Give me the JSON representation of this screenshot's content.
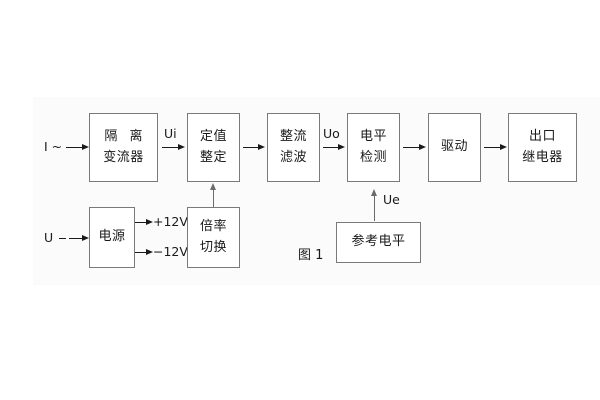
{
  "figure": {
    "caption": "图 1",
    "blocks": [
      {
        "id": "isolation-ct",
        "line1": "隔 离",
        "line2": "变流器"
      },
      {
        "id": "setting-value",
        "line1": "定值",
        "line2": "整定"
      },
      {
        "id": "rectify-filter",
        "line1": "整流",
        "line2": "滤波"
      },
      {
        "id": "level-detect",
        "line1": "电平",
        "line2": "检测"
      },
      {
        "id": "drive",
        "line1": "驱动",
        "line2": ""
      },
      {
        "id": "output-relay",
        "line1": "出口",
        "line2": "继电器"
      },
      {
        "id": "power-supply",
        "line1": "电源",
        "line2": ""
      },
      {
        "id": "multiplier-switch",
        "line1": "倍率",
        "line2": "切换"
      },
      {
        "id": "reference-level",
        "line1": "参考电平",
        "line2": ""
      }
    ],
    "signals": {
      "current_input": "I ~",
      "voltage_input": "U",
      "ui": "Ui",
      "uo": "Uo",
      "ue": "Ue",
      "rail_positive": "+12V",
      "rail_negative": "−12V"
    },
    "colors": {
      "box_border": "#7a7a7a",
      "line": "#1a1a1a",
      "text": "#1a1a1a",
      "panel_background": "#fbfbfb",
      "page_background": "#ffffff"
    }
  }
}
